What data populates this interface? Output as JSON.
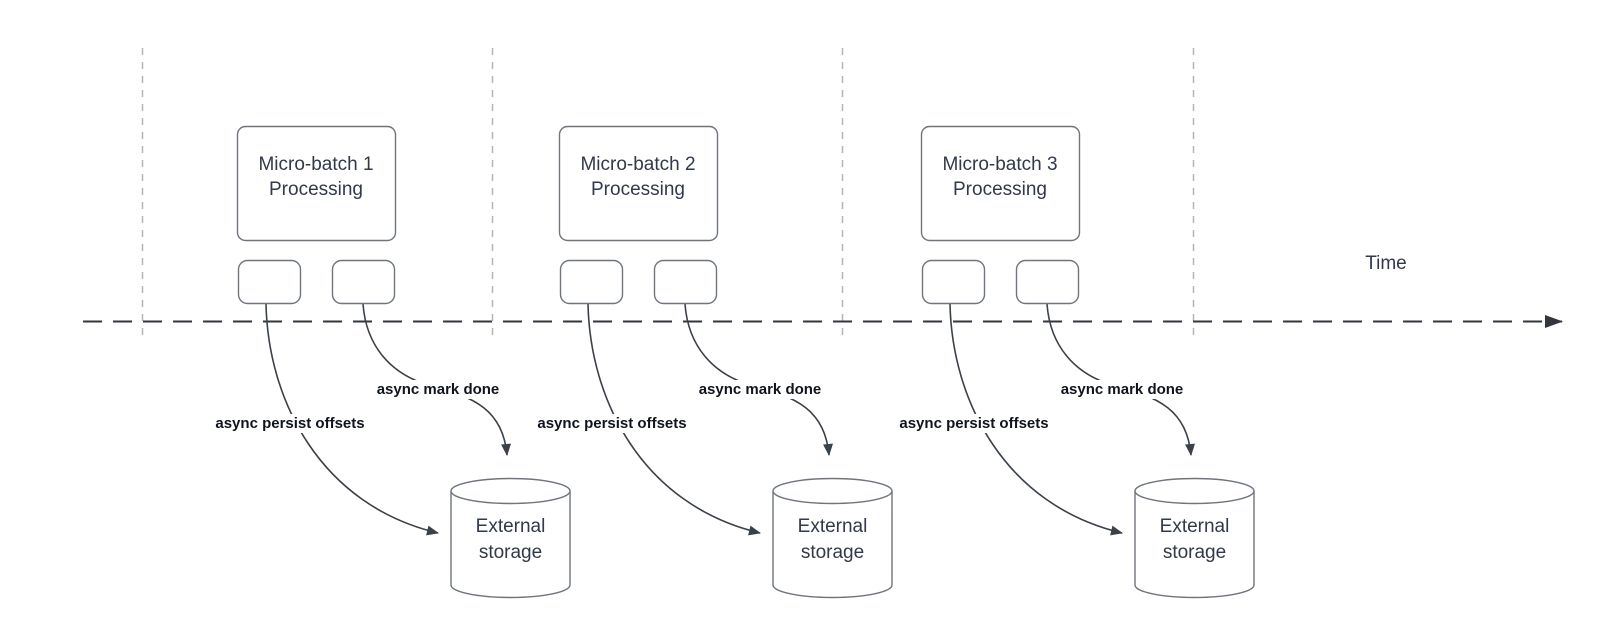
{
  "diagram": {
    "time_axis_label": "Time",
    "batches": [
      {
        "processing_label": "Micro-batch 1 Processing",
        "persist_arrow_label": "async persist offsets",
        "mark_done_arrow_label": "async mark done",
        "storage_label": "External storage"
      },
      {
        "processing_label": "Micro-batch 2 Processing",
        "persist_arrow_label": "async persist offsets",
        "mark_done_arrow_label": "async mark done",
        "storage_label": "External storage"
      },
      {
        "processing_label": "Micro-batch 3 Processing",
        "persist_arrow_label": "async persist offsets",
        "mark_done_arrow_label": "async mark done",
        "storage_label": "External storage"
      }
    ]
  },
  "colors": {
    "background": "#ffffff",
    "shape_stroke": "#6e757d",
    "arrow_stroke": "#3b4148",
    "timeline_stroke": "#33363d",
    "guide_stroke": "#b5b5b5",
    "text_dark": "#31394a",
    "label_bold": "#10151d"
  }
}
